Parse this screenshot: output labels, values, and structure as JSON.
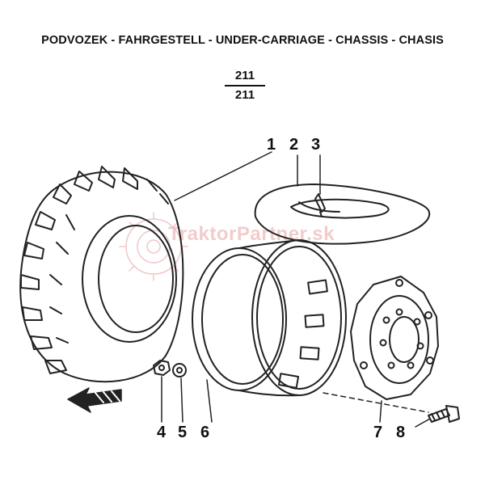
{
  "title": "PODVOZEK - FAHRGESTELL - UNDER-CARRIAGE - CHASSIS - CHASIS",
  "figure": {
    "number_top": "211",
    "number_bottom": "211"
  },
  "callouts": [
    "1",
    "2",
    "3",
    "4",
    "5",
    "6",
    "7",
    "8"
  ],
  "watermark": "TraktorPartner.sk"
}
